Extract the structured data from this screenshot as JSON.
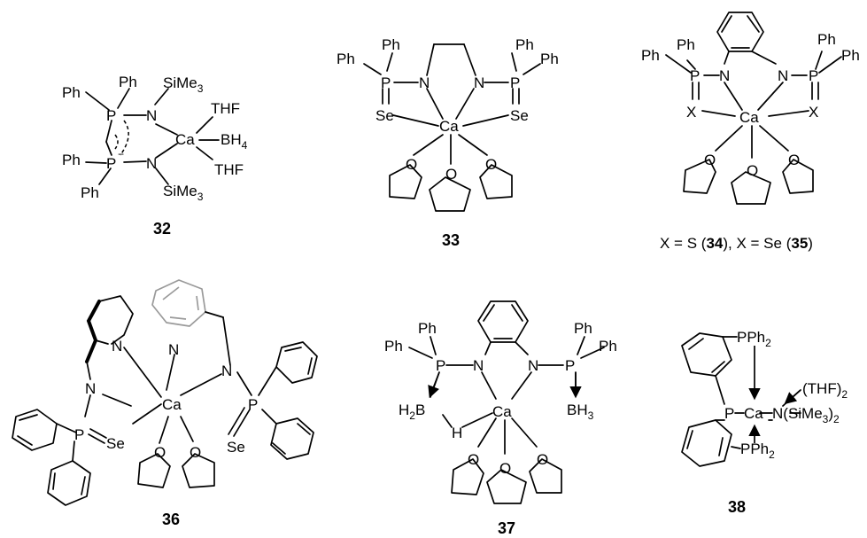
{
  "compounds": [
    {
      "id": "c32",
      "number": "32"
    },
    {
      "id": "c33",
      "number": "33"
    },
    {
      "id": "c34_35",
      "number": "",
      "caption_parts": [
        "X = S (",
        "34",
        "), X = Se (",
        "35",
        ")"
      ]
    },
    {
      "id": "c36",
      "number": "36"
    },
    {
      "id": "c37",
      "number": "37"
    },
    {
      "id": "c38",
      "number": "38"
    }
  ],
  "atoms": {
    "Ph": "Ph",
    "P": "P",
    "N": "N",
    "Ca": "Ca",
    "Se": "Se",
    "O": "O",
    "X": "X",
    "H": "H",
    "THF": "THF",
    "SiMe": "SiMe",
    "BH": "BH",
    "H2B_H": "H",
    "H2B_B": "B",
    "PPh": "PPh",
    "THF2": "(THF)",
    "NSiMe3_2": "N(SiMe",
    "close_paren": ")",
    "minus": "−"
  },
  "subscripts": {
    "three": "3",
    "four": "4",
    "two": "2"
  }
}
